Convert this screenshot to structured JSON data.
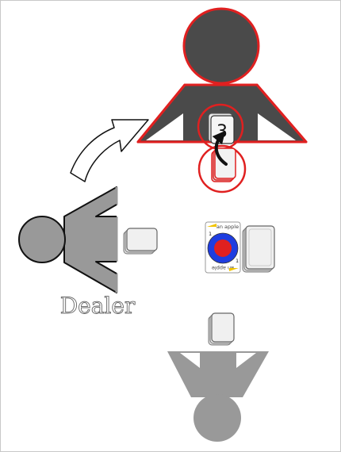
{
  "diagram": {
    "dealer_label": "Dealer",
    "top_card_value": "3",
    "center_card": {
      "value_top": "1",
      "value_bottom": "1",
      "text_top": "an apple",
      "text_bottom": "an apple"
    },
    "colors": {
      "highlight": "#e02020",
      "active_player": "#4a4a4a",
      "inactive_player": "#999999",
      "card_ring_blue": "#1e3de0",
      "card_center_red": "#e02020"
    }
  }
}
